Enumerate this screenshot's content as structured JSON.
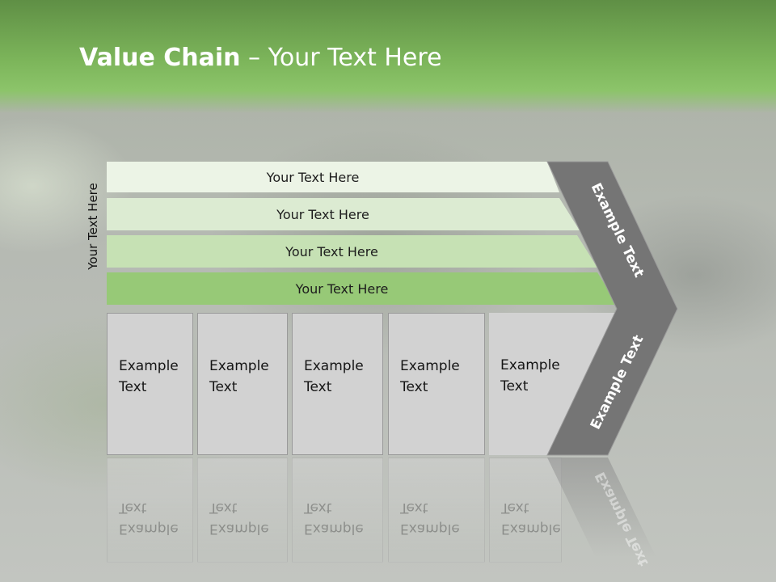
{
  "slide": {
    "title_bold": "Value Chain",
    "title_rest": " – Your Text Here",
    "side_label": "Your Text Here"
  },
  "rows": [
    {
      "label": "Your Text Here"
    },
    {
      "label": "Your Text Here"
    },
    {
      "label": "Your Text Here"
    },
    {
      "label": "Your Text Here"
    }
  ],
  "boxes": [
    {
      "line1": "Example",
      "line2": "Text"
    },
    {
      "line1": "Example",
      "line2": "Text"
    },
    {
      "line1": "Example",
      "line2": "Text"
    },
    {
      "line1": "Example",
      "line2": "Text"
    },
    {
      "line1": "Example",
      "line2": "Text"
    }
  ],
  "chevron": {
    "upper_label": "Example Text",
    "lower_label": "Example Text",
    "color": "#757575"
  },
  "colors": {
    "header_green": "#7db65b",
    "row1": "#ecf4e6",
    "row2": "#dcebd2",
    "row3": "#c6e1b4",
    "row4": "#97c977",
    "box_fill": "#d2d2d2"
  }
}
